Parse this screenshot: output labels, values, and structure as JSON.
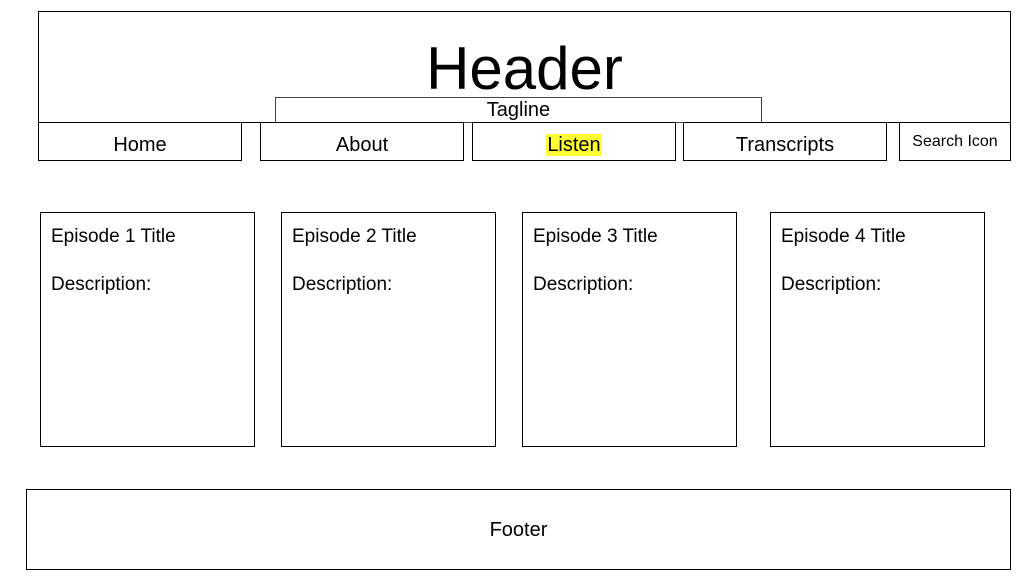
{
  "header": {
    "title": "Header",
    "tagline": "Tagline"
  },
  "nav": {
    "home": "Home",
    "about": "About",
    "listen": "Listen",
    "transcripts": "Transcripts",
    "search": "Search Icon",
    "active_highlight_color": "#ffff33"
  },
  "episodes": [
    {
      "title": "Episode 1 Title",
      "description_label": "Description:"
    },
    {
      "title": "Episode 2 Title",
      "description_label": "Description:"
    },
    {
      "title": "Episode 3 Title",
      "description_label": "Description:"
    },
    {
      "title": "Episode 4 Title",
      "description_label": "Description:"
    }
  ],
  "footer": {
    "label": "Footer"
  }
}
